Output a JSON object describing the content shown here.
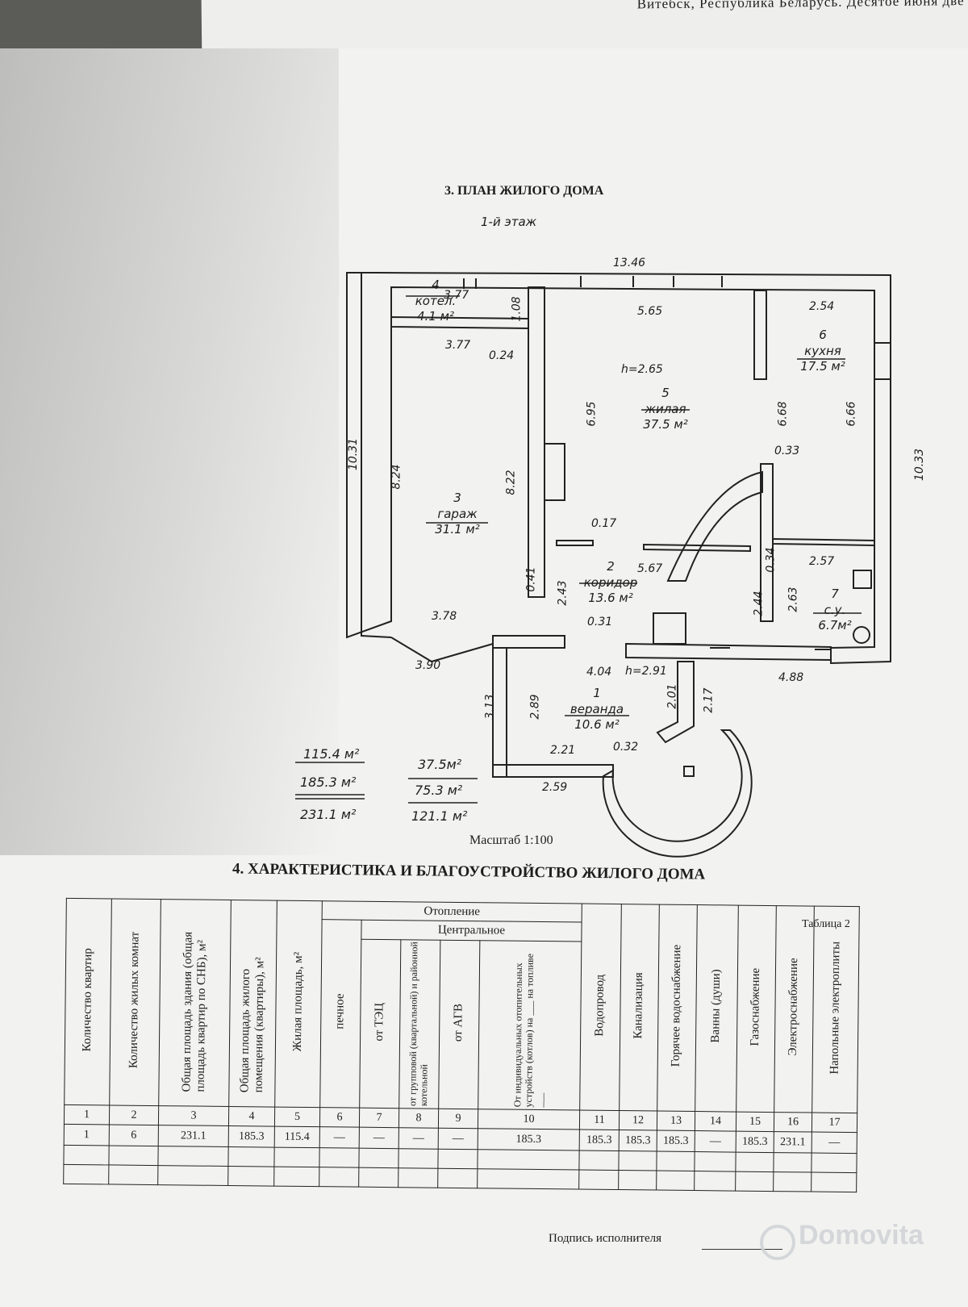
{
  "header_fragment": "Витебск, Республика Беларусь. Десятое июня две тысячи",
  "section3": {
    "title": "3. ПЛАН ЖИЛОГО ДОМА",
    "floor": "1-й этаж",
    "scale": "Масштаб 1:100",
    "rooms": [
      {
        "num": "4",
        "name": "котел.",
        "area": "4.1 м²"
      },
      {
        "num": "3",
        "name": "гараж",
        "area": "31.1 м²"
      },
      {
        "num": "5",
        "name": "жилая",
        "area": "37.5 м²"
      },
      {
        "num": "6",
        "name": "кухня",
        "area": "17.5 м²"
      },
      {
        "num": "2",
        "name": "коридор",
        "area": "13.6 м²"
      },
      {
        "num": "7",
        "name": "с.у.",
        "area": "6.7м²"
      },
      {
        "num": "1",
        "name": "веранда",
        "area": "10.6 м²"
      }
    ],
    "dims": {
      "d1": "13.46",
      "d2": "3.77",
      "d3": "1.08",
      "d4": "3.77",
      "d5": "0.24",
      "d6": "5.65",
      "d7": "2.54",
      "d8": "h=2.65",
      "d9": "6.95",
      "d10": "6.68",
      "d11": "6.66",
      "d12": "10.31",
      "d13": "8.24",
      "d14": "8.22",
      "d15": "0.33",
      "d16": "10.33",
      "d17": "0.17",
      "d18": "5.67",
      "d19": "0.34",
      "d20": "2.57",
      "d21": "0.41",
      "d22": "2.43",
      "d23": "2.44",
      "d24": "2.63",
      "d25": "3.78",
      "d26": "0.31",
      "d27": "3.90",
      "d28": "4.04",
      "d29": "h=2.91",
      "d30": "4.88",
      "d31": "3.13",
      "d32": "2.89",
      "d33": "2.01",
      "d34": "2.17",
      "d35": "2.21",
      "d36": "0.32",
      "d37": "2.59"
    },
    "totals_left": [
      "115.4 м²",
      "185.3 м²",
      "231.1 м²"
    ],
    "totals_right": [
      "37.5м²",
      "75.3 м²",
      "121.1 м²"
    ]
  },
  "section4": {
    "title": "4. ХАРАКТЕРИСТИКА И БЛАГОУСТРОЙСТВО ЖИЛОГО ДОМА",
    "table_label": "Таблица 2",
    "group_heating": "Отопление",
    "group_central": "Центральное",
    "columns": [
      "Количество квартир",
      "Количество жилых комнат",
      "Общая площадь здания (общая площадь квартир по СНБ), м²",
      "Общая площадь жилого помещения (квартиры), м²",
      "Жилая площадь, м²",
      "печное",
      "от ТЭЦ",
      "от групповой (квартальной) и районной котельной",
      "от АГВ",
      "От индивидуальных отопительных устройств (котлов) на ___ на топливе ___",
      "Водопровод",
      "Канализация",
      "Горячее водоснабжение",
      "Ванны (души)",
      "Газоснабжение",
      "Электроснабжение",
      "Напольные электроплиты"
    ],
    "numbers": [
      "1",
      "2",
      "3",
      "4",
      "5",
      "6",
      "7",
      "8",
      "9",
      "10",
      "11",
      "12",
      "13",
      "14",
      "15",
      "16",
      "17"
    ],
    "row": [
      "1",
      "6",
      "231.1",
      "185.3",
      "115.4",
      "—",
      "—",
      "—",
      "—",
      "185.3",
      "185.3",
      "185.3",
      "185.3",
      "—",
      "185.3",
      "231.1",
      "—"
    ]
  },
  "signature_label": "Подпись исполнителя",
  "watermark": "Domovita"
}
